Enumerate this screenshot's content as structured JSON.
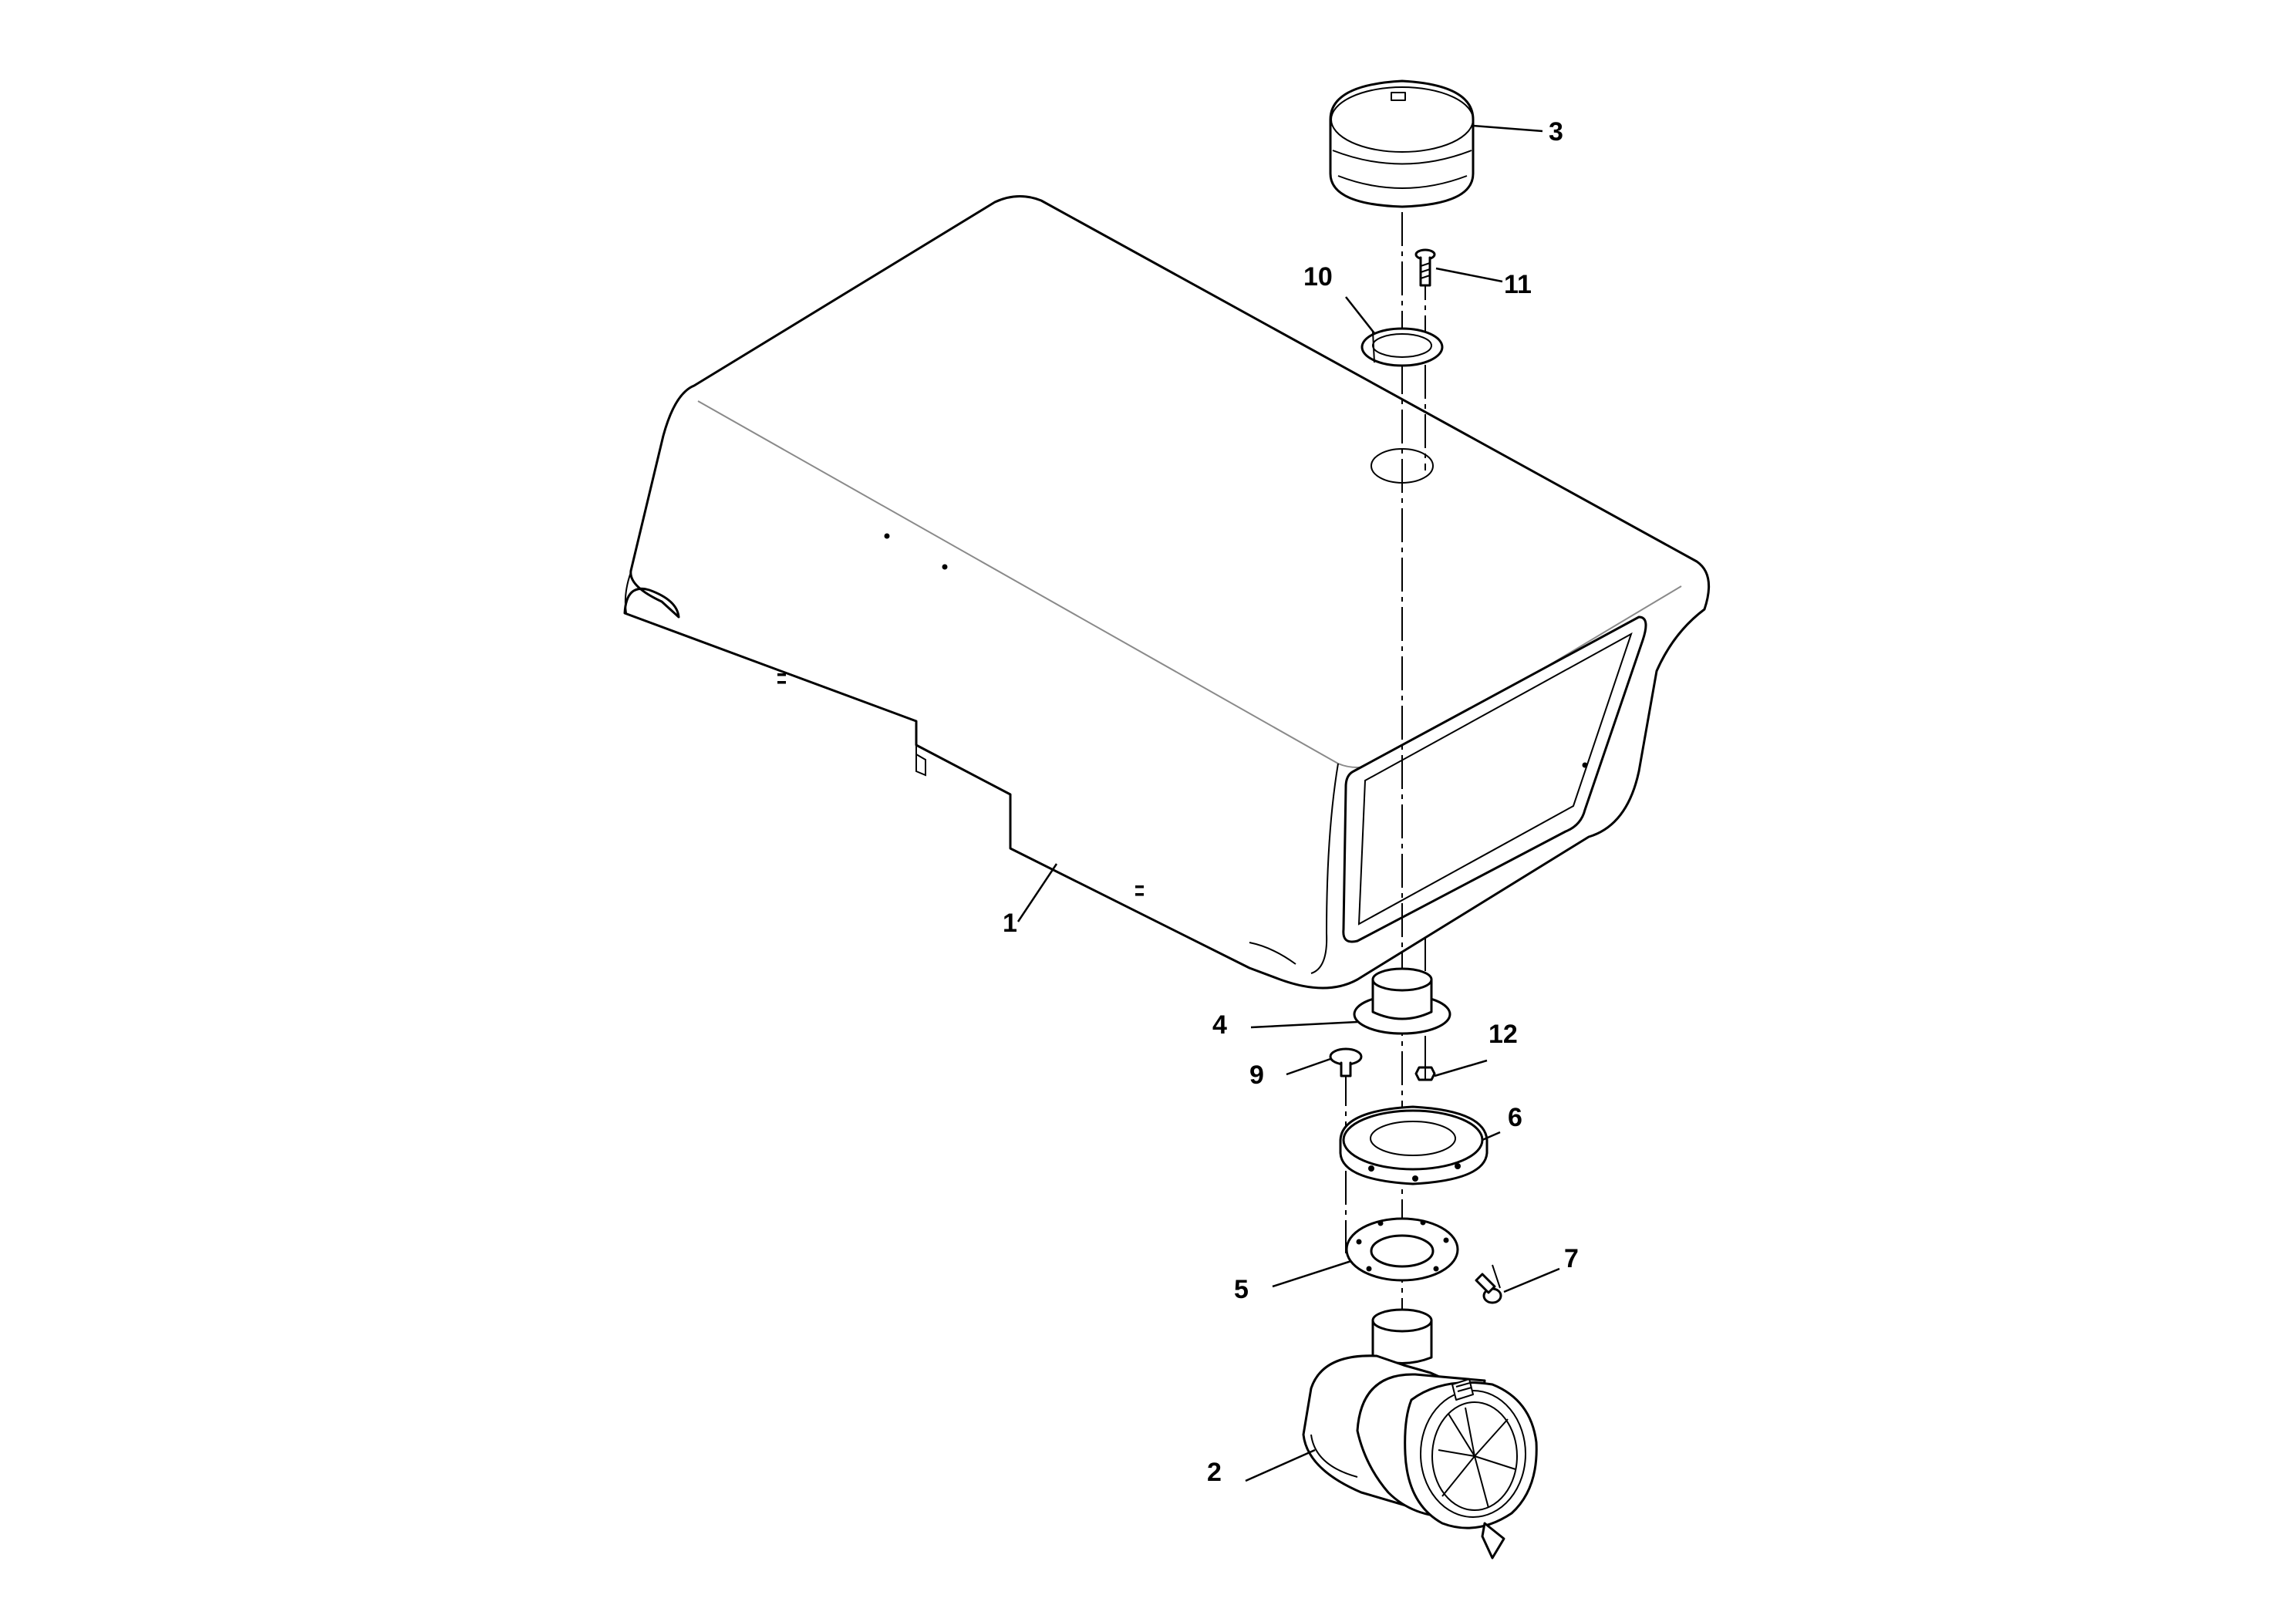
{
  "callouts": {
    "c1": "1",
    "c2": "2",
    "c3": "3",
    "c4": "4",
    "c5": "5",
    "c6": "6",
    "c7": "7",
    "c9": "9",
    "c10": "10",
    "c11": "11",
    "c12": "12"
  },
  "colors": {
    "line": "#000000",
    "background": "#ffffff",
    "ridge": "#8a8a8a"
  }
}
